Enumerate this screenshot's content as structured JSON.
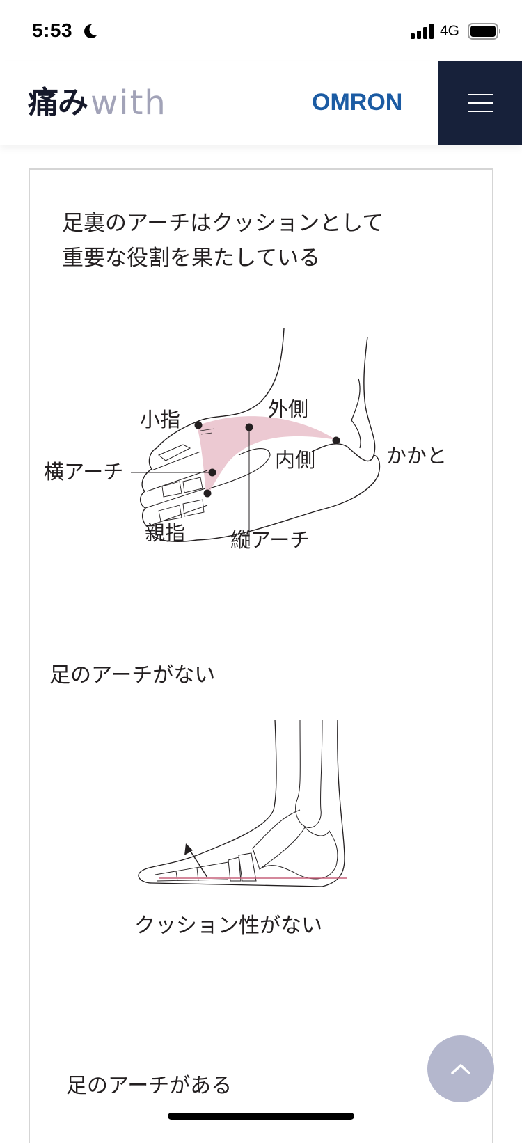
{
  "status_bar": {
    "time": "5:53",
    "focus_icon": "moon-icon",
    "signal_icon": "cellular-signal-icon",
    "network": "4G",
    "battery_icon": "battery-full-icon"
  },
  "header": {
    "logo_jp": "痛み",
    "logo_en": "with",
    "brand": "OMRON",
    "menu_icon": "hamburger-menu-icon",
    "colors": {
      "logo_dark": "#16192b",
      "logo_light": "#a2a3b8",
      "brand_blue": "#1b5ba3",
      "menu_bg": "#17213a"
    }
  },
  "article": {
    "heading_lines": [
      "足裏のアーチはクッションとして",
      "重要な役割を果たしている"
    ],
    "foot_diagram": {
      "labels": {
        "little_toe": "小指",
        "outer_side": "外側",
        "transverse_arch": "横アーチ",
        "inner_side": "内側",
        "heel": "かかと",
        "big_toe": "親指",
        "longitudinal_arch": "縦アーチ"
      },
      "arch_color": "#ecc9d2"
    },
    "no_arch_section": {
      "title": "足のアーチがない",
      "caption": "クッション性がない",
      "ground_line_color": "#c6607a"
    },
    "arch_section": {
      "title": "足のアーチがある"
    }
  },
  "floating": {
    "scroll_top_icon": "chevron-up-icon",
    "scroll_top_color": "#b4b7cd"
  }
}
